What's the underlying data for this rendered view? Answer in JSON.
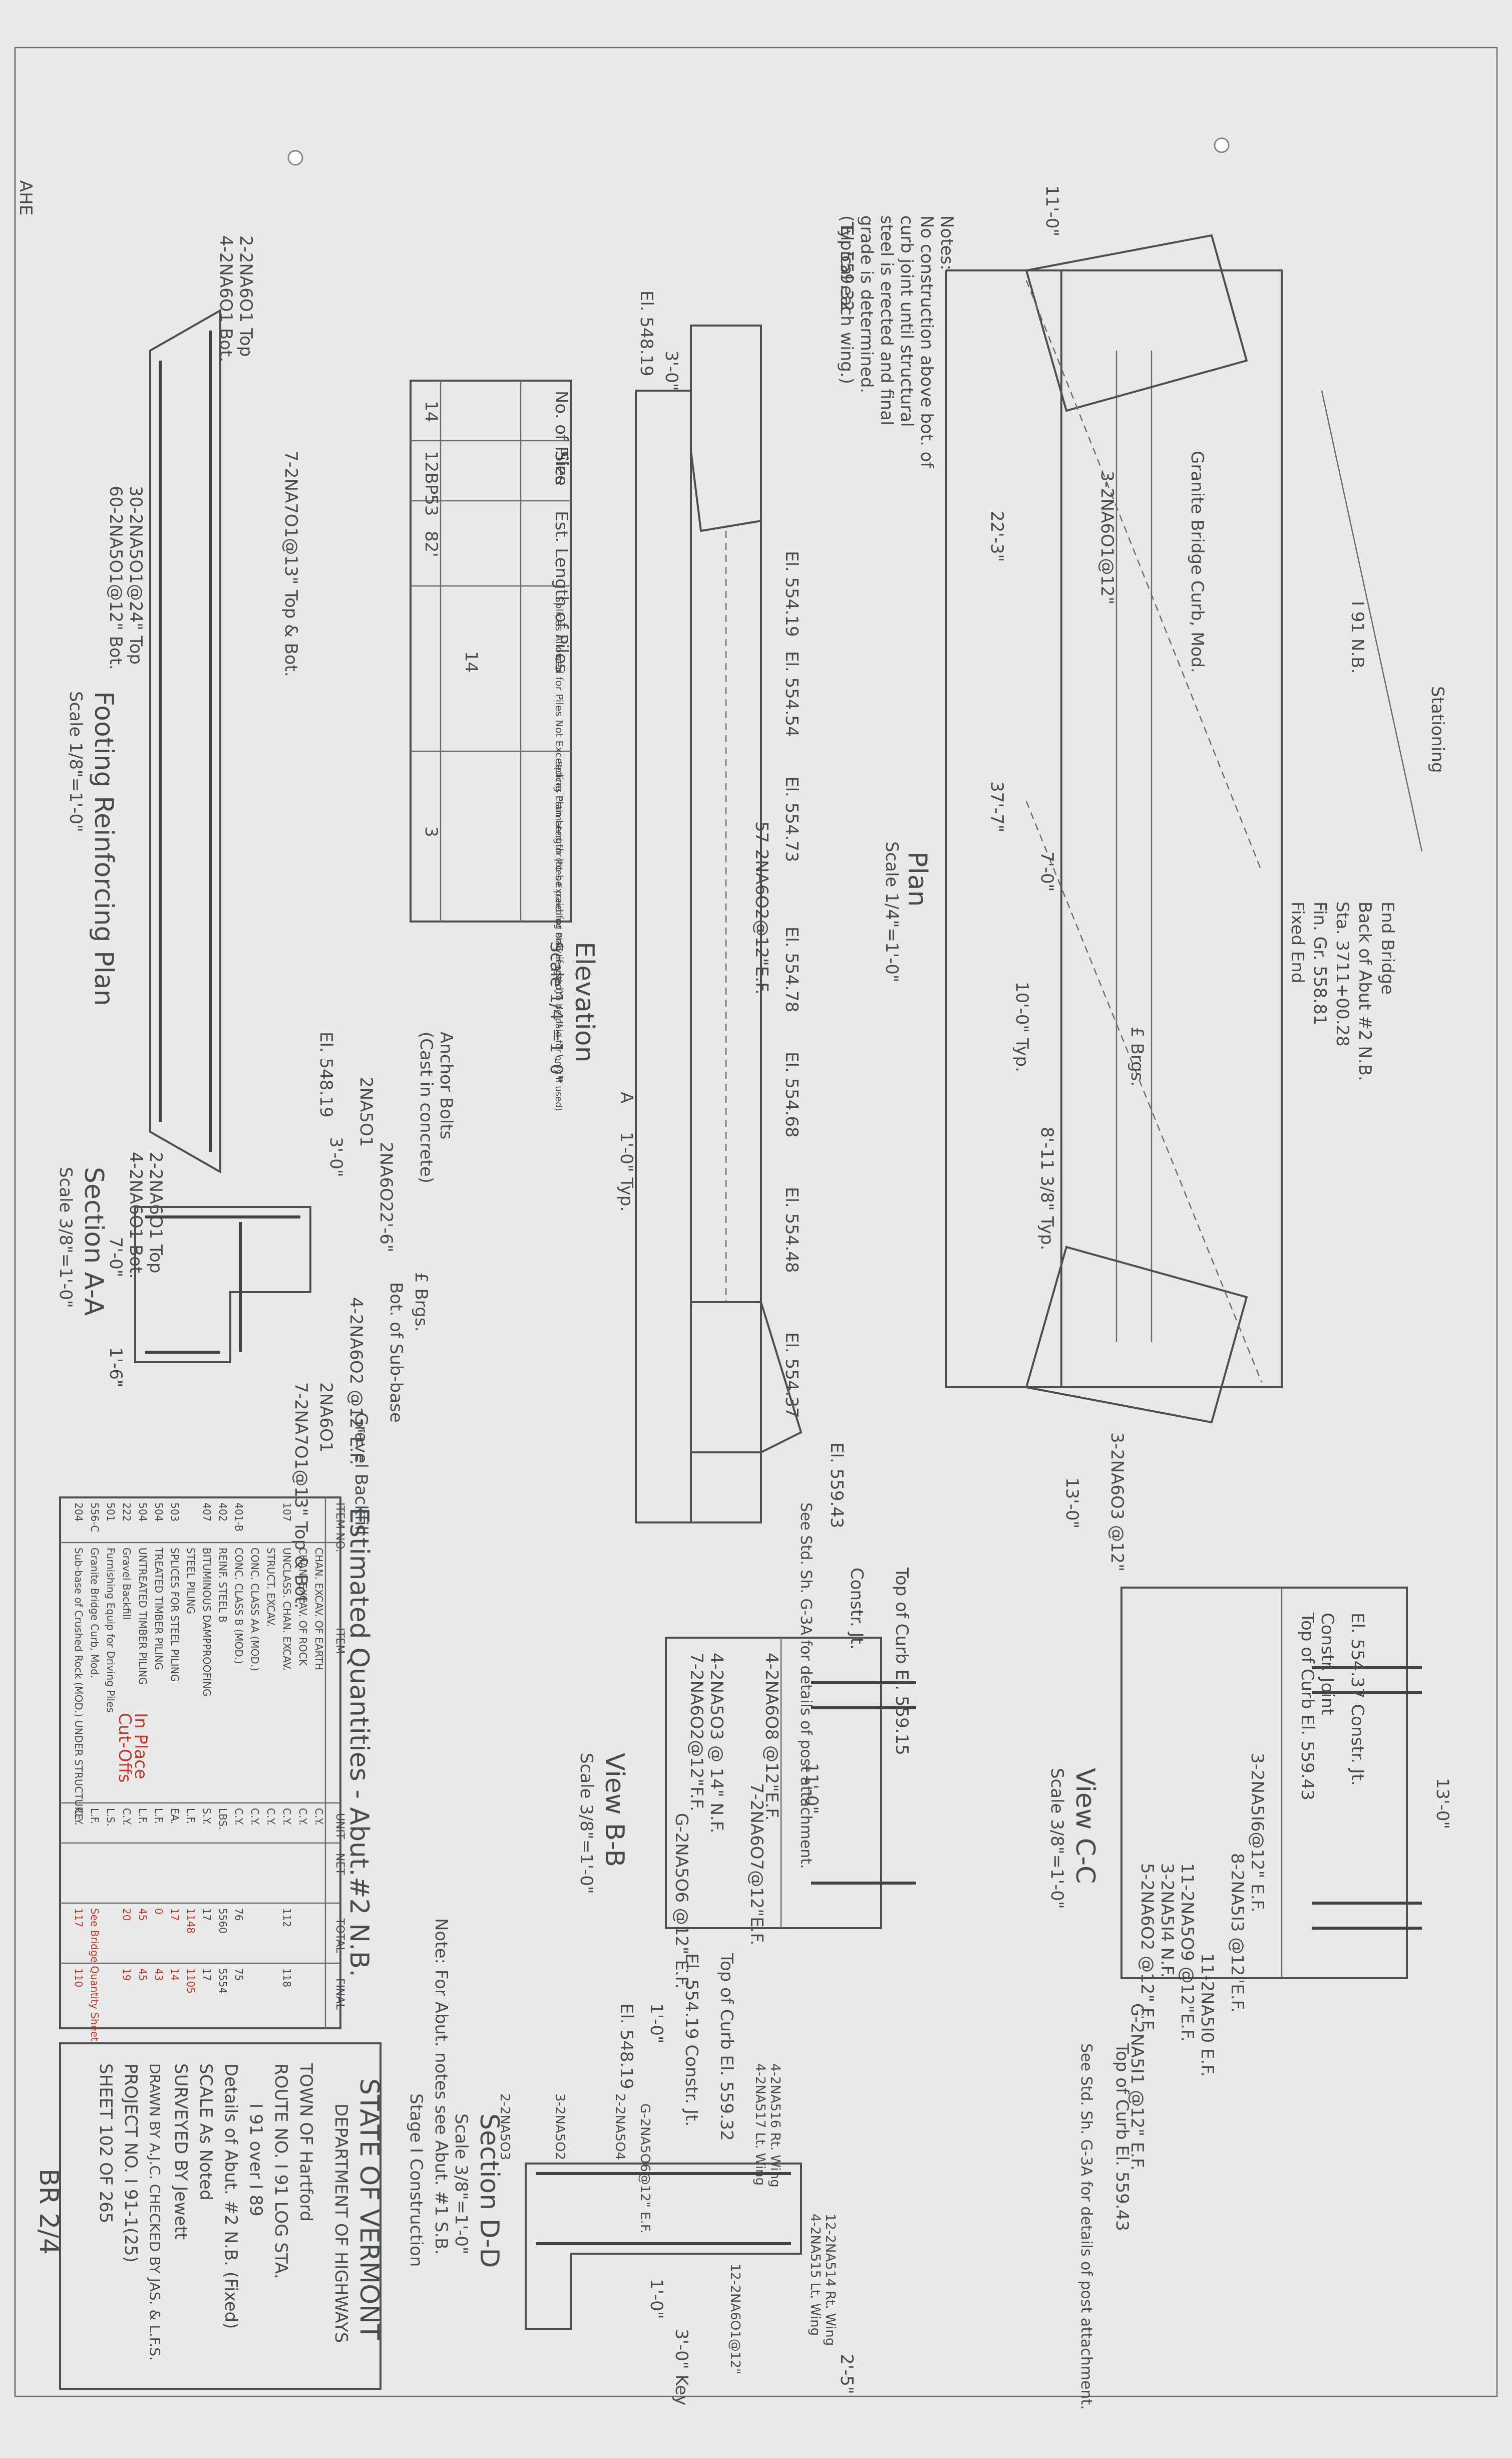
{
  "sheet_header": {
    "dept_mark": "AHE",
    "sheet_label": "BR 2/4"
  },
  "notes": {
    "heading": "Notes:",
    "lines": [
      "No construction above bot. of",
      "curb joint until structural",
      "steel is erected and final",
      "grade is determined.",
      "(Typical each wing.)"
    ]
  },
  "plan": {
    "title": "Plan",
    "scale": "Scale 1/4\"=1'-0\"",
    "end_bridge": [
      "End Bridge",
      "Back of Abut #2 N.B.",
      "Sta. 3711+00.28",
      "Fin. Gr. 558.81",
      "Fixed End"
    ],
    "labels": {
      "stationing": "Stationing",
      "north_arrow": "I 91 N.B.",
      "granite": "Granite Bridge Curb, Mod.",
      "dim_total": "37'-7\"",
      "dim_left": "22'-3\"",
      "dim_typ": "10'-0\" Typ.",
      "dim_brg": "8'-11 3/8\" Typ.",
      "dim_seven": "7'-0\"",
      "brgs": "£ Brgs.",
      "bars_left": "3-2NA6O1@12\"",
      "bars_right": "3-2NA6O3 @12\"",
      "dim_eleven": "11'-0\"",
      "dim_thirteen": "13'-0\""
    }
  },
  "elevation": {
    "title": "Elevation",
    "scale": "Scale 1/4\"=1'-0\"",
    "labels": {
      "el_left_top": "El. 559.32",
      "el_top_mid": "El. 554.19",
      "el_a": "El. 554.54",
      "el_b": "El. 554.73",
      "el_c": "El. 554.78",
      "el_d": "El. 554.68",
      "el_e": "El. 554.48",
      "el_f": "El. 554.37",
      "el_g": "El. 559.43",
      "el_bottom": "El. 548.19",
      "rebar": "57-2NA6O2@12\"E.F.",
      "dim_top": "3'-0\"",
      "dim_typ": "1'-0\" Typ.",
      "section_a": "A"
    }
  },
  "pile_table": {
    "headers": [
      "No. of Piles",
      "Size",
      "Est. Length of Piles",
      "Splices Allowed for Piles Not Exceeding Plan Length (to be paid for only if used)",
      "Splices Estimated for Piles Exceeding Plan Length (to be paid for only if used)"
    ],
    "rows": [
      [
        "14",
        "12BP53",
        "82'",
        "14",
        "3"
      ]
    ]
  },
  "footing": {
    "title": "Footing Reinforcing Plan",
    "scale": "Scale 1/8\"=1'-0\"",
    "labels": {
      "l1": "2-2NA6O1 Top",
      "l2": "4-2NA6O1 Bot.",
      "l3": "7-2NA7O1@13\" Top & Bot.",
      "l4": "30-2NA5O1@24\" Top",
      "l5": "60-2NA5O1@12\" Bot.",
      "l6": "2-2NA6O1 Top",
      "l7": "4-2NA6O1 Bot."
    }
  },
  "section_aa": {
    "title": "Section A-A",
    "scale": "Scale 3/8\"=1'-0\"",
    "labels": {
      "anchor": "Anchor Bolts",
      "anchor2": "(Cast in concrete)",
      "brgs": "£ Brgs.",
      "subbase": "Bot. of Sub-base",
      "gravel": "Gravel Backfill",
      "el": "El. 548.19",
      "dim_top": "3'-0\"",
      "dim_base": "7'-0\"",
      "dim_side": "1'-6\"",
      "bars1": "2NA5O1",
      "bars2": "2NA6O2",
      "bars3": "4-2NA6O2 @12\"E.F.",
      "bars4": "7-2NA7O1@13\" Top & Bot.",
      "bars5": "2NA6O1",
      "dim_mid": "2'-6\""
    }
  },
  "view_bb": {
    "title": "View B-B",
    "scale": "Scale 3/8\"=1'-0\"",
    "labels": {
      "top_curb": "Top of Curb El. 559.15",
      "const_jt": "Constr. Jt.",
      "see_std": "See Std. Sh. G-3A for details of post attachment.",
      "dim_h": "11'-0\"",
      "bars_a": "4-2NA6O8 @12\"E.F.",
      "bars_b": "7-2NA6O7@12\"E.F.",
      "bars_c": "4-2NA5O3 @ 14\" N.F.",
      "bars_d": "7-2NA6O2@12\"F.F.",
      "bars_e": "G-2NA5O6 @12\" E.F.",
      "el_low": "El. 548.19",
      "el_mid": "El. 554.19 Constr. Jt.",
      "el_curb": "Top of Curb El. 559.32",
      "dim_side": "1'-0\""
    }
  },
  "view_cc": {
    "title": "View C-C",
    "scale": "Scale 3/8\"=1'-0\"",
    "labels": {
      "top_curb": "Top of Curb El. 559.43",
      "const_jt": "Constr. Joint",
      "el": "El. 554.37 Constr. Jt.",
      "dim_h": "13'-0\"",
      "bars_a": "3-2NA5I6@12\" E.F.",
      "bars_b": "8-2NA5I3 @12\"E.F.",
      "bars_c": "11-2NA5O9 @12\"E.F.",
      "bars_d": "3-2NA5I4 N.F.",
      "bars_e": "5-2NA6O2 @12\" F.F.",
      "bars_f": "11-2NA5I0 E.F.",
      "bars_g": "G-2NA5I1 @12\" E.F.",
      "top_curb2": "Top of Curb El. 559.43",
      "see_std": "See Std. Sh. G-3A for details of post attachment."
    }
  },
  "section_dd": {
    "title": "Section D-D",
    "scale": "Scale 3/8\"=1'-0\"",
    "note": "Note: For Abut. notes see Abut. #1 S.B.",
    "labels": {
      "a": "12-2NA514 Rt. Wing",
      "b": "4-2NA515 Lt. Wing",
      "c": "4-2NA516 Rt. Wing",
      "d": "4-2NA517 Lt. Wing",
      "e": "12-2NA6O1@12\"",
      "f": "G-2NA5O6@12\" E.F.",
      "g": "2-2NA5O4",
      "h": "2-2NA5O3",
      "i": "3-2NA5O2",
      "j": "2'-5\"",
      "k": "3'-0\" Key",
      "l": "1'-0\""
    }
  },
  "quantities": {
    "title": "Estimated Quantities - Abut.#2 N.B.",
    "headers": [
      "ITEM NO.",
      "ITEM",
      "UNIT",
      "NET",
      "TOTAL",
      "FINAL"
    ],
    "rows": [
      [
        "",
        "CHAN. EXCAV. OF EARTH",
        "C.Y.",
        "",
        "",
        ""
      ],
      [
        "",
        "CHAN. EXCAV. OF ROCK",
        "C.Y.",
        "",
        "",
        ""
      ],
      [
        "107",
        "UNCLASS. CHAN. EXCAV.",
        "C.Y.",
        "",
        "112",
        "118"
      ],
      [
        "",
        "STRUCT. EXCAV.",
        "C.Y.",
        "",
        "",
        ""
      ],
      [
        "",
        "CONC. CLASS AA (MOD.)",
        "C.Y.",
        "",
        "",
        ""
      ],
      [
        "401-B",
        "CONC. CLASS B (MOD.)",
        "C.Y.",
        "",
        "76",
        "75"
      ],
      [
        "402",
        "REINF. STEEL B",
        "LBS.",
        "",
        "5560",
        "5554"
      ],
      [
        "407",
        "BITUMINOUS DAMPPROOFING",
        "S.Y.",
        "",
        "17",
        "17"
      ],
      [
        "",
        "STEEL PILING",
        "L.F.",
        "",
        "1148",
        "1105"
      ],
      [
        "503",
        "SPLICES FOR STEEL PILING",
        "EA.",
        "",
        "17",
        "14"
      ],
      [
        "504",
        "TREATED TIMBER PILING",
        "L.F.",
        "",
        "0",
        "43"
      ],
      [
        "504",
        "UNTREATED TIMBER PILING",
        "L.F.",
        "",
        "45",
        "45"
      ],
      [
        "222",
        "Gravel Backfill",
        "C.Y.",
        "",
        "20",
        "19"
      ],
      [
        "501",
        "Furnishing Equip for Driving Piles",
        "L.S.",
        "",
        "",
        ""
      ],
      [
        "556-C",
        "Granite Bridge Curb, Mod.",
        "L.F.",
        "",
        "See Bridge Quantity Sheet",
        ""
      ],
      [
        "204",
        "Sub-base of Crushed Rock (MOD.) UNDER STRUCTURE",
        "C.Y.",
        "",
        "117",
        "110"
      ]
    ],
    "flags": {
      "in_place": "In Place",
      "cut_offs": "Cut-Offs"
    }
  },
  "title_block": {
    "state": "STATE OF VERMONT",
    "dept": "DEPARTMENT OF HIGHWAYS",
    "town": "TOWN OF Hartford",
    "route": "ROUTE NO. I 91  LOG STA.",
    "crossing": "I 91 over I 89",
    "subject": "Details of Abut. #2 N.B. (Fixed)",
    "scale": "SCALE As Noted",
    "surveyed": "SURVEYED BY Jewett",
    "drawn": "DRAWN BY A.J.C. CHECKED BY JAS. & L.F.S.",
    "project": "PROJECT NO. I 91-1(25)",
    "sheet": "SHEET 102 OF 265",
    "stage": "Stage I Construction"
  }
}
